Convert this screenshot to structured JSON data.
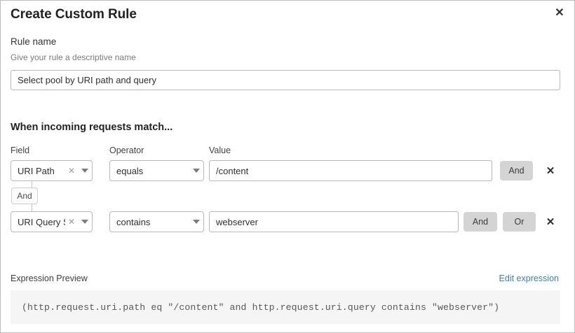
{
  "dialog": {
    "title": "Create Custom Rule",
    "close_icon": "close-icon"
  },
  "rule_name": {
    "label": "Rule name",
    "help": "Give your rule a descriptive name",
    "value": "Select pool by URI path and query",
    "placeholder": "Give your rule a descriptive name"
  },
  "match_section": {
    "heading": "When incoming requests match...",
    "columns": {
      "field": "Field",
      "operator": "Operator",
      "value": "Value"
    },
    "group_connector": "And",
    "rows": [
      {
        "field": "URI Path",
        "field_clear_icon": "clear-x-icon",
        "field_chevron_icon": "chevron-down-icon",
        "operator": "equals",
        "operator_chevron_icon": "chevron-down-icon",
        "value": "/content",
        "value_placeholder": "Value",
        "logic_buttons": [
          "And"
        ],
        "delete_icon": "close-icon"
      },
      {
        "field": "URI Query St...",
        "field_clear_icon": "clear-x-icon",
        "field_chevron_icon": "chevron-down-icon",
        "operator": "contains",
        "operator_chevron_icon": "chevron-down-icon",
        "value": "webserver",
        "value_placeholder": "Value",
        "logic_buttons": [
          "And",
          "Or"
        ],
        "delete_icon": "close-icon"
      }
    ]
  },
  "expression_preview": {
    "label": "Expression Preview",
    "edit_link": "Edit expression",
    "expression": "(http.request.uri.path eq \"/content\" and http.request.uri.query contains \"webserver\")"
  },
  "colors": {
    "link": "#3b82ab",
    "logic_button_bg": "#d4d4d4",
    "expression_bg": "#f5f5f5",
    "border": "#b9b9b9"
  }
}
